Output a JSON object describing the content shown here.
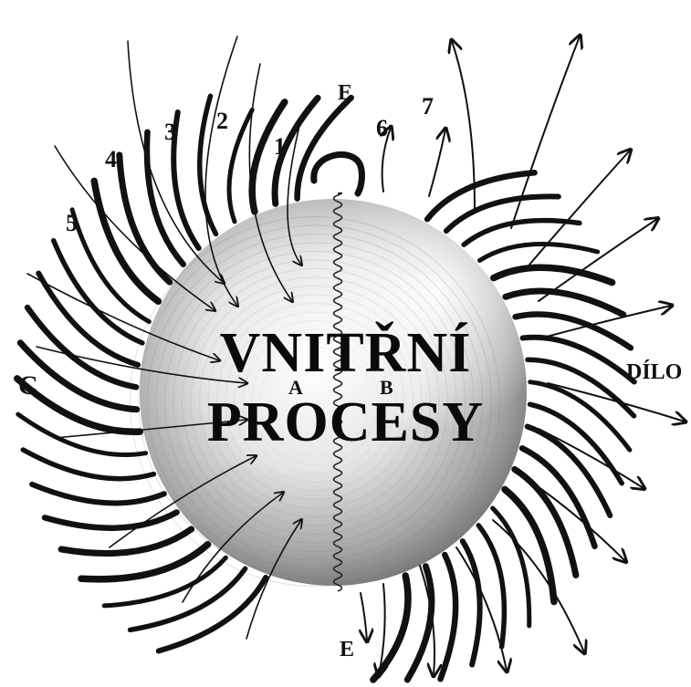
{
  "labels": {
    "top_e": "E",
    "bottom_e": "E",
    "left_c": "C",
    "a": "A",
    "b": "B",
    "output": "DÍLO",
    "n1": "1",
    "n2": "2",
    "n3": "3",
    "n4": "4",
    "n5": "5",
    "n6": "6",
    "n7": "7"
  },
  "title": {
    "line1": "VNITŘNÍ",
    "line2": "PROCESY"
  },
  "colors": {
    "ink": "#111111",
    "background": "#ffffff",
    "sphere_dark": "#6e6e6e",
    "sphere_light": "#f4f4f4"
  }
}
